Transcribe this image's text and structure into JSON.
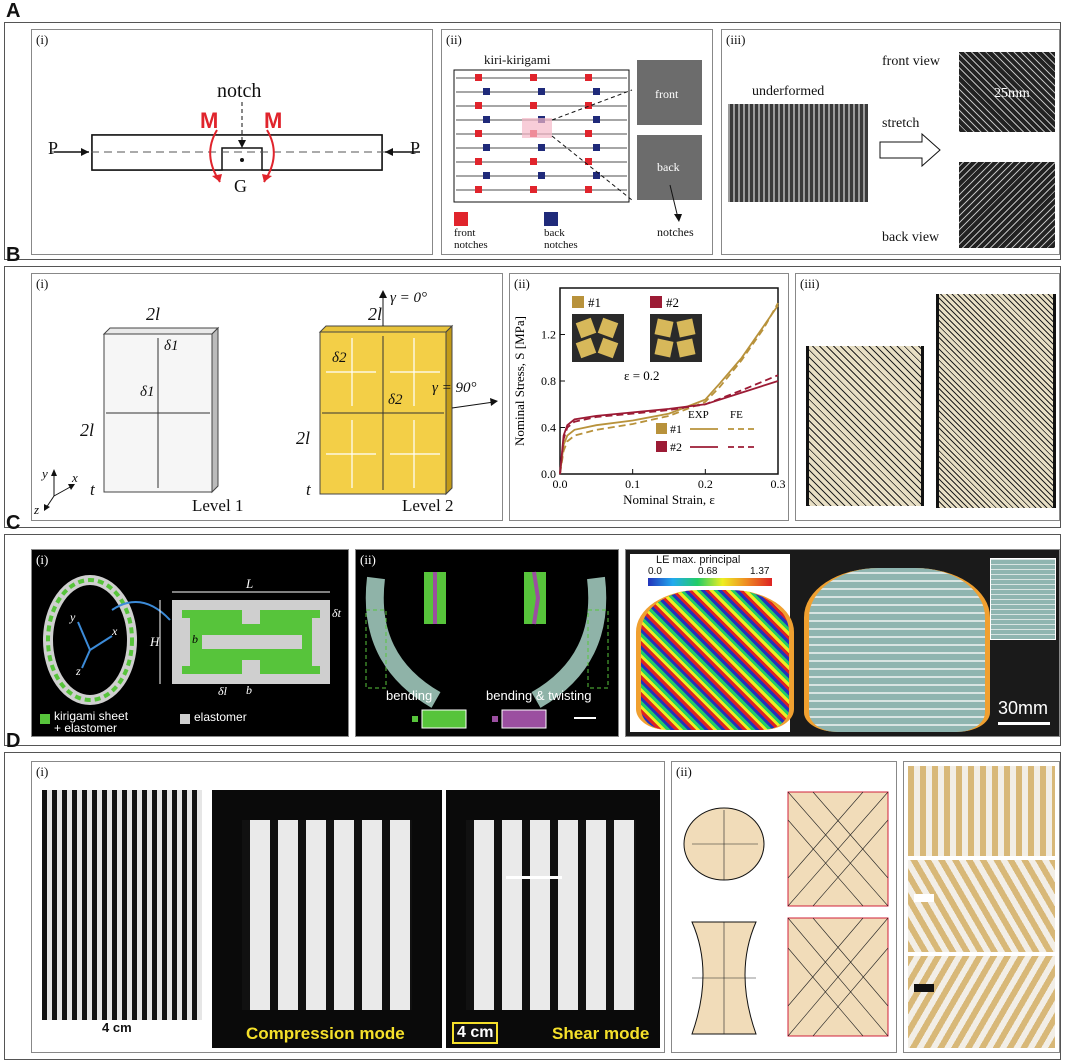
{
  "rows": {
    "A": "A",
    "B": "B",
    "C": "C",
    "D": "D"
  },
  "subs": {
    "i": "(i)",
    "ii": "(ii)",
    "iii": "(iii)"
  },
  "A": {
    "i": {
      "notch": "notch",
      "M_left": "M",
      "M_right": "M",
      "P_left": "P",
      "P_right": "P",
      "G": "G"
    },
    "ii": {
      "title": "kiri-kirigami",
      "front": "front",
      "back": "back",
      "front_notches": "front\nnotches",
      "back_notches": "back\nnotches",
      "notches": "notches",
      "colors": {
        "front": "#e0242c",
        "back": "#1f2a7a"
      }
    },
    "iii": {
      "underformed": "underformed",
      "stretch": "stretch",
      "front_view": "front view",
      "back_view": "back view",
      "scale": "25mm"
    }
  },
  "B": {
    "i": {
      "level1": "Level 1",
      "level2": "Level 2",
      "two_l": "2l",
      "delta1": "δ1",
      "delta2": "δ2",
      "t": "t",
      "gamma0": "γ = 0°",
      "gamma90": "γ = 90°",
      "axes": {
        "x": "x",
        "y": "y",
        "z": "z"
      }
    },
    "iii": {}
  },
  "C": {
    "i": {
      "L": "L",
      "H": "H",
      "b": "b",
      "delta_l": "δl",
      "delta_t": "δt",
      "legend_green": "kirigami sheet\n+ elastomer",
      "legend_gray": "elastomer",
      "axes": {
        "x": "x",
        "y": "y",
        "z": "z"
      },
      "colors": {
        "green": "#57c43b",
        "gray": "#cfcfcf"
      }
    },
    "ii": {
      "bending": "bending",
      "bending_twisting": "bending & twisting"
    },
    "iii": {
      "colorbar_title": "LE max. principal",
      "ticks": [
        "0.0",
        "0.68",
        "1.37"
      ],
      "scale": "30mm"
    }
  },
  "D": {
    "i": {
      "scale_left": "4 cm",
      "scale_mid": "4 cm",
      "compression": "Compression mode",
      "shear": "Shear mode"
    },
    "ii": {},
    "iii": {}
  },
  "chart_data": {
    "type": "line",
    "xlabel": "Nominal Strain, ε",
    "ylabel": "Nominal Stress, S [MPa]",
    "xlim": [
      0,
      0.3
    ],
    "ylim": [
      0,
      1.6
    ],
    "xticks": [
      "0.0",
      "0.1",
      "0.2",
      "0.3"
    ],
    "yticks": [
      "0.0",
      "0.4",
      "0.8",
      "1.2"
    ],
    "legend_header": [
      "EXP",
      "FE"
    ],
    "legend_labels": [
      "#1",
      "#2"
    ],
    "inset_labels": [
      "#1",
      "#2"
    ],
    "inset_note": "ε = 0.2",
    "series": [
      {
        "name": "#1",
        "style": "EXP",
        "color": "#b8923b",
        "x": [
          0,
          0.005,
          0.01,
          0.02,
          0.05,
          0.1,
          0.15,
          0.2,
          0.22,
          0.25,
          0.28,
          0.3
        ],
        "y": [
          0,
          0.25,
          0.33,
          0.38,
          0.42,
          0.46,
          0.52,
          0.64,
          0.78,
          1.0,
          1.27,
          1.45
        ]
      },
      {
        "name": "#1",
        "style": "FE",
        "color": "#b8923b",
        "x": [
          0,
          0.005,
          0.01,
          0.02,
          0.05,
          0.1,
          0.15,
          0.2,
          0.22,
          0.25,
          0.28,
          0.3
        ],
        "y": [
          0,
          0.2,
          0.28,
          0.33,
          0.38,
          0.43,
          0.5,
          0.62,
          0.75,
          0.98,
          1.25,
          1.47
        ]
      },
      {
        "name": "#2",
        "style": "EXP",
        "color": "#9c1b35",
        "x": [
          0,
          0.005,
          0.01,
          0.02,
          0.05,
          0.1,
          0.15,
          0.2,
          0.25,
          0.3
        ],
        "y": [
          0,
          0.33,
          0.42,
          0.47,
          0.5,
          0.53,
          0.56,
          0.6,
          0.7,
          0.8
        ]
      },
      {
        "name": "#2",
        "style": "FE",
        "color": "#9c1b35",
        "x": [
          0,
          0.005,
          0.01,
          0.02,
          0.05,
          0.1,
          0.15,
          0.2,
          0.25,
          0.3
        ],
        "y": [
          0,
          0.3,
          0.4,
          0.45,
          0.49,
          0.52,
          0.55,
          0.6,
          0.72,
          0.85
        ]
      }
    ]
  }
}
